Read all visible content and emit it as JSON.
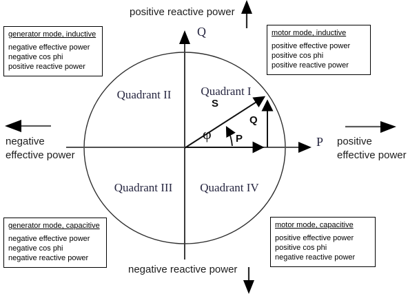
{
  "axes": {
    "q_axis_letter": "Q",
    "p_axis_letter": "P",
    "top_label": "positive reactive power",
    "bottom_label": "negative reactive power",
    "left_label": [
      "negative",
      "effective power"
    ],
    "right_label": [
      "positive",
      "effective power"
    ]
  },
  "quadrants": {
    "q1": "Quadrant I",
    "q2": "Quadrant II",
    "q3": "Quadrant III",
    "q4": "Quadrant IV"
  },
  "vectors": {
    "apparent_power": "S",
    "reactive_power": "Q",
    "active_power": "P",
    "angle_phi": "φ"
  },
  "boxes": {
    "top_left": {
      "title": "generator mode, inductive",
      "lines": [
        "negative effective power",
        "negative cos phi",
        "positive reactive power"
      ]
    },
    "top_right": {
      "title": "motor mode, inductive",
      "lines": [
        "positive effective power",
        "positive cos phi",
        "positive reactive power"
      ]
    },
    "bottom_left": {
      "title": "generator mode, capacitive",
      "lines": [
        "negative effective power",
        "negative cos phi",
        "negative reactive power"
      ]
    },
    "bottom_right": {
      "title": "motor mode, capacitive",
      "lines": [
        "positive effective power",
        "positive cos phi",
        "negative reactive power"
      ]
    }
  },
  "colors": {
    "background": "#ffffff",
    "line": "#3a3a3a",
    "gray_line": "#5a5a5a",
    "arrow_fill": "#000000",
    "serif_text": "#262640",
    "box_border": "#000000"
  }
}
